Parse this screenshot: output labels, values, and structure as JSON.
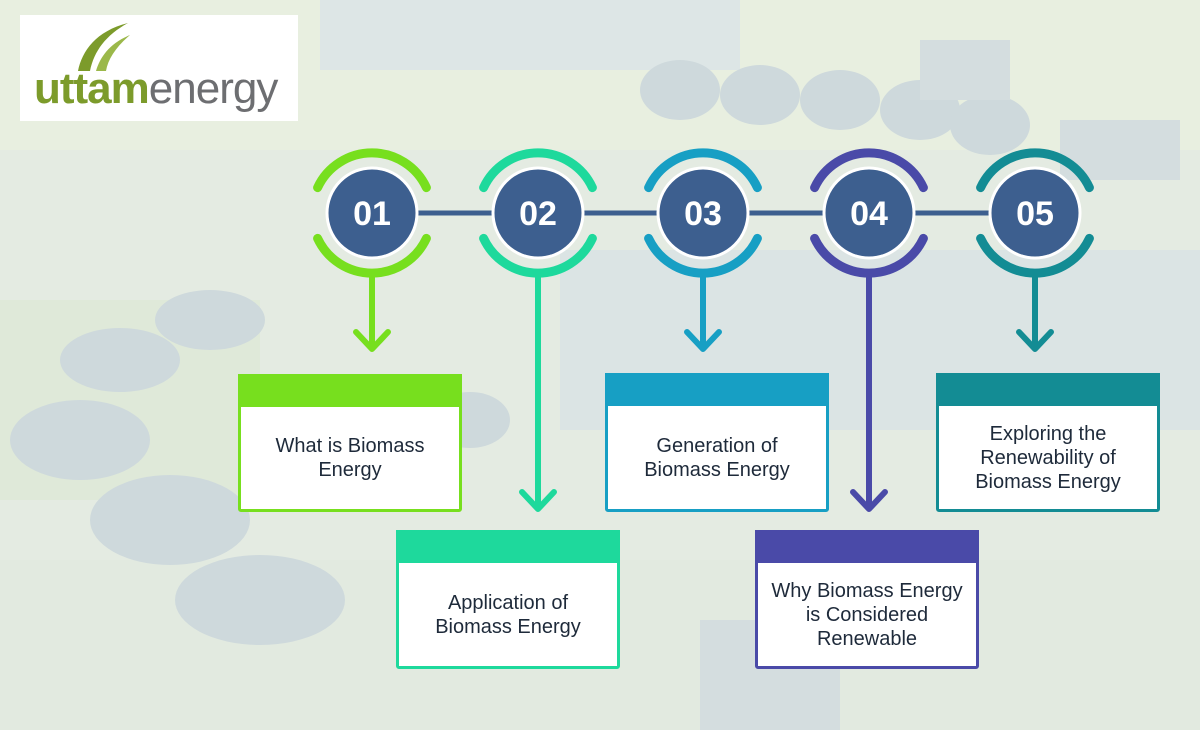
{
  "brand": {
    "logo_part1": "uttam",
    "logo_part2": "energy",
    "colors": {
      "green": "#7c9b2b",
      "grey": "#6d6e71"
    }
  },
  "steps": [
    {
      "number": "01",
      "title": "What is Biomass Energy",
      "color": "#77df1e"
    },
    {
      "number": "02",
      "title": "Application of Biomass Energy",
      "color": "#1ed99c"
    },
    {
      "number": "03",
      "title": "Generation of Biomass Energy",
      "color": "#179fc4"
    },
    {
      "number": "04",
      "title": "Why Biomass Energy is Considered Renewable",
      "color": "#4a4aa8"
    },
    {
      "number": "05",
      "title": "Exploring the Renewability of Biomass Energy",
      "color": "#138c94"
    }
  ],
  "colors": {
    "circle_fill": "#3d5f8f",
    "connector": "#3d5f8f"
  }
}
